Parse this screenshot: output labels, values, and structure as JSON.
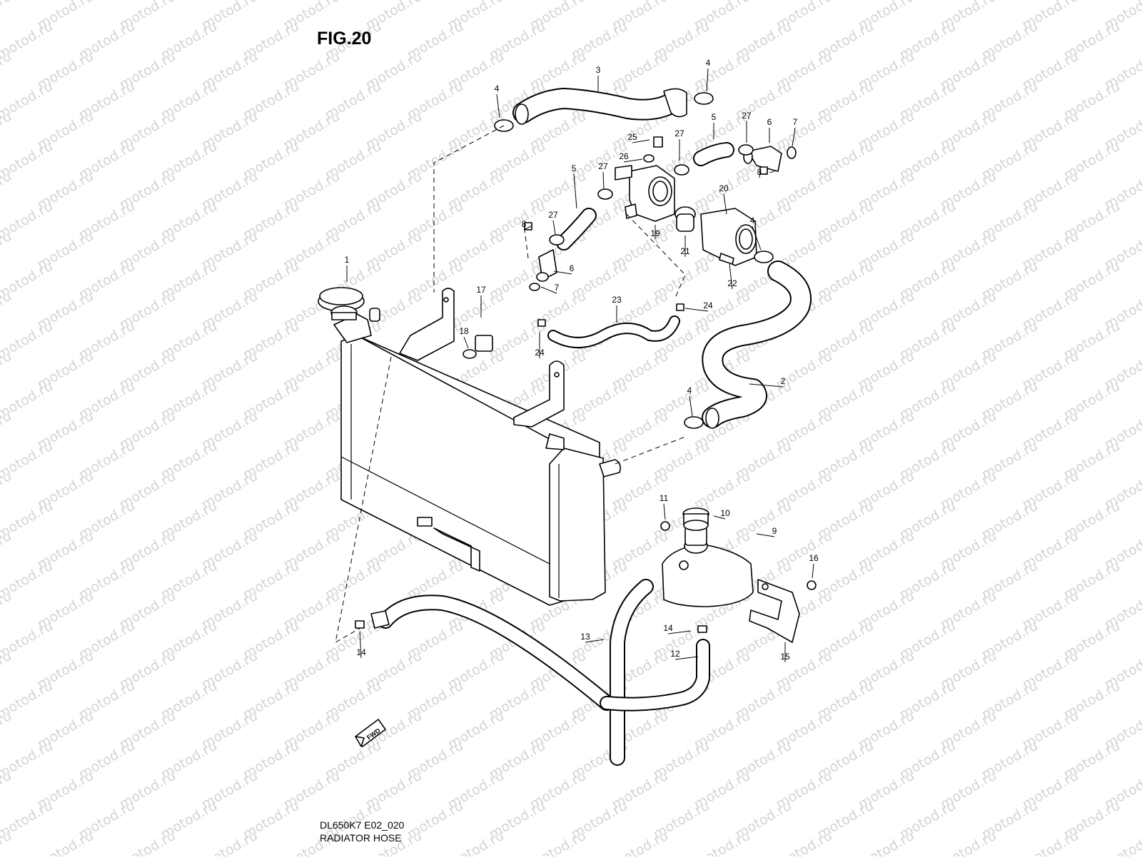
{
  "figure": {
    "title": "FIG.20",
    "model_code": "DL650K7 E02_020",
    "section_name": "RADIATOR HOSE",
    "watermark_text": "motod.ru",
    "fwd_marker": "FWD"
  },
  "callouts": [
    "1",
    "2",
    "3",
    "4",
    "4",
    "4",
    "4",
    "5",
    "5",
    "6",
    "6",
    "7",
    "7",
    "8",
    "8",
    "9",
    "10",
    "11",
    "12",
    "13",
    "14",
    "14",
    "15",
    "16",
    "17",
    "18",
    "19",
    "20",
    "21",
    "22",
    "23",
    "24",
    "24",
    "25",
    "26",
    "27",
    "27",
    "27",
    "27"
  ],
  "colors": {
    "line": "#000000",
    "background": "#ffffff",
    "watermark": "#d4d4d4"
  }
}
